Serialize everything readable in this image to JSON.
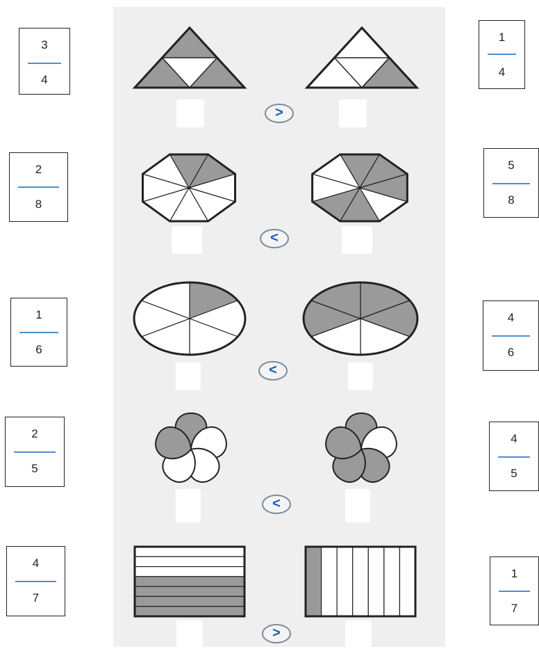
{
  "rows": [
    {
      "left": {
        "num": "3",
        "den": "4"
      },
      "right": {
        "num": "1",
        "den": "4"
      },
      "sign": ">",
      "shape": "triangle"
    },
    {
      "left": {
        "num": "2",
        "den": "8"
      },
      "right": {
        "num": "5",
        "den": "8"
      },
      "sign": "<",
      "shape": "octagon"
    },
    {
      "left": {
        "num": "1",
        "den": "6"
      },
      "right": {
        "num": "4",
        "den": "6"
      },
      "sign": "<",
      "shape": "ellipse"
    },
    {
      "left": {
        "num": "2",
        "den": "5"
      },
      "right": {
        "num": "4",
        "den": "5"
      },
      "sign": "<",
      "shape": "flower"
    },
    {
      "left": {
        "num": "4",
        "den": "7"
      },
      "right": {
        "num": "1",
        "den": "7"
      },
      "sign": ">",
      "shape": "rectangle"
    }
  ]
}
